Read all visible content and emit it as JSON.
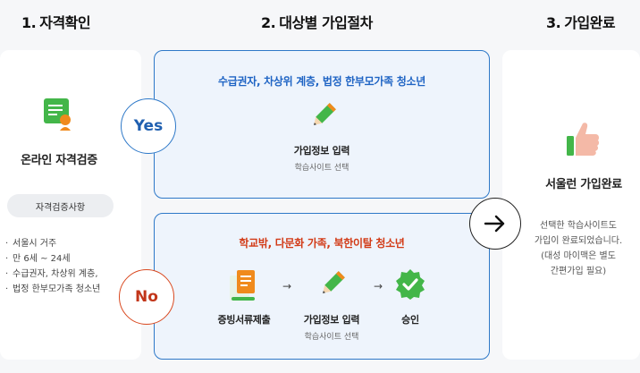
{
  "steps": {
    "step1": {
      "num": "1.",
      "label": "자격확인"
    },
    "step2": {
      "num": "2.",
      "label": "대상별 가입절차"
    },
    "step3": {
      "num": "3.",
      "label": "가입완료"
    }
  },
  "verify": {
    "icon": "certificate-icon",
    "title": "온라인 자격검증",
    "pill": "자격검증사항",
    "criteria": [
      "서울시 거주",
      "만 6세 ~ 24세",
      "수급권자, 차상위 계층,",
      "법정 한부모가족 청소년"
    ]
  },
  "yes_path": {
    "badge": "Yes",
    "heading": "수급권자, 차상위 계층, 법정 한부모가족 청소년",
    "step": {
      "label": "가입정보 입력",
      "sub": "학습사이트 선택",
      "icon": "pencil-icon"
    }
  },
  "no_path": {
    "badge": "No",
    "heading": "학교밖, 다문화 가족, 북한이탈 청소년",
    "steps": [
      {
        "label": "증빙서류제출",
        "sub": "",
        "icon": "document-icon"
      },
      {
        "label": "가입정보 입력",
        "sub": "학습사이트 선택",
        "icon": "pencil-icon"
      },
      {
        "label": "승인",
        "sub": "",
        "icon": "check-badge-icon"
      }
    ],
    "arrow_glyph": "→"
  },
  "complete": {
    "icon": "thumbs-up-icon",
    "title": "서울런 가입완료",
    "desc": [
      "선택한 학습사이트도",
      "가입이 완료되었습니다.",
      "(대성 마이맥은 별도",
      "간편가입 필요)"
    ]
  },
  "colors": {
    "blue": "#2d78c8",
    "red": "#d23a16",
    "green": "#43b649",
    "orange": "#f08a1c",
    "box_bg": "#eef4fc"
  }
}
